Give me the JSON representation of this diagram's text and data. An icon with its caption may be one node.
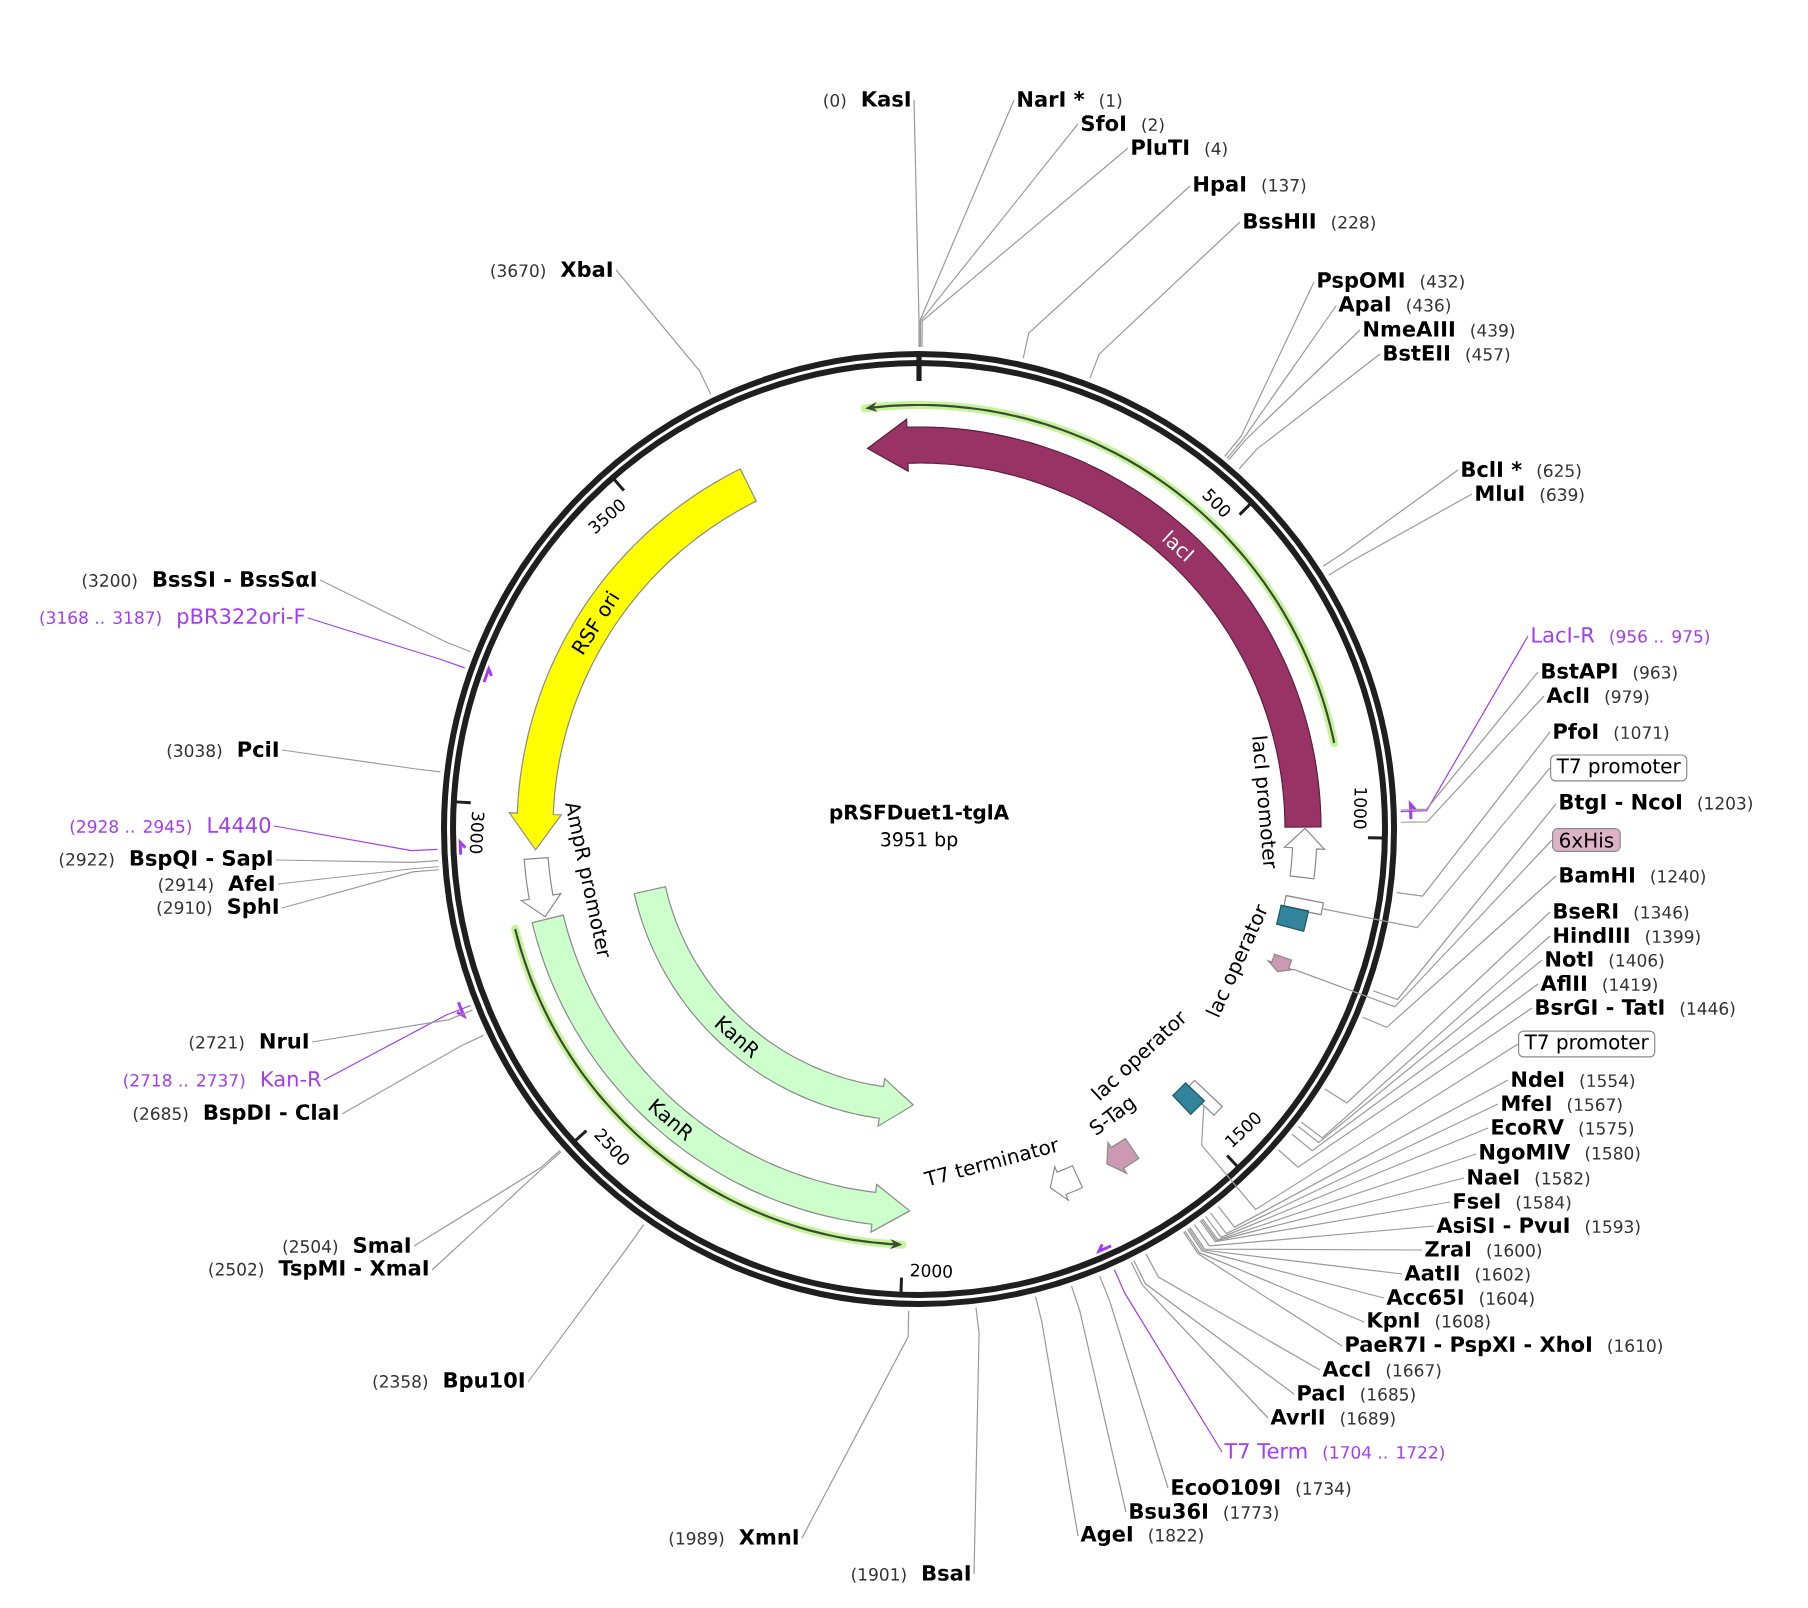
{
  "diagram": {
    "title": "pRSFDuet1-tglA",
    "nodes": [
      {
        "text": [
          "KasI"
        ],
        "beside": [
          "(0)"
        ]
      },
      {
        "text": [
          "NarI *"
        ],
        "beside": [
          "(1)"
        ]
      },
      {
        "text": [
          "SfoI"
        ],
        "beside": [
          "(2)"
        ]
      },
      {
        "text": [
          "PluTI"
        ],
        "beside": [
          "(4)"
        ]
      },
      {
        "text": [
          "HpaI"
        ],
        "beside": [
          "(137)"
        ]
      },
      {
        "text": [
          "BssHII"
        ],
        "beside": [
          "(228)"
        ]
      },
      {
        "text": [
          "PspOMI"
        ],
        "beside": [
          "(432)"
        ]
      },
      {
        "text": [
          "ApaI"
        ],
        "beside": [
          "(436)"
        ]
      },
      {
        "text": [
          "NmeAIII"
        ],
        "beside": [
          "(439)"
        ]
      },
      {
        "text": [
          "BstEII"
        ],
        "beside": [
          "(457)"
        ]
      },
      {
        "text": [
          "BclI *"
        ],
        "beside": [
          "(625)"
        ]
      },
      {
        "text": [
          "MluI"
        ],
        "beside": [
          "(639)"
        ]
      },
      {
        "text": [
          "LacI-R"
        ],
        "beside": [
          "(956 .. 975)"
        ]
      },
      {
        "text": [
          "BstAPI"
        ],
        "beside": [
          "(963)"
        ]
      },
      {
        "text": [
          "AclI"
        ],
        "beside": [
          "(979)"
        ]
      },
      {
        "text": [
          "PfoI"
        ],
        "beside": [
          "(1071)"
        ]
      },
      {
        "text": [
          "T7 promoter"
        ]
      },
      {
        "text": [
          "BtgI - NcoI"
        ],
        "beside": [
          "(1203)"
        ]
      },
      {
        "text": [
          "6xHis"
        ]
      },
      {
        "text": [
          "BamHI"
        ],
        "beside": [
          "(1240)"
        ]
      },
      {
        "text": [
          "BseRI"
        ],
        "beside": [
          "(1346)"
        ]
      },
      {
        "text": [
          "HindIII"
        ],
        "beside": [
          "(1399)"
        ]
      },
      {
        "text": [
          "NotI"
        ],
        "beside": [
          "(1406)"
        ]
      },
      {
        "text": [
          "AflII"
        ],
        "beside": [
          "(1419)"
        ]
      },
      {
        "text": [
          "BsrGI - TatI"
        ],
        "beside": [
          "(1446)"
        ]
      },
      {
        "text": [
          "T7 promoter"
        ]
      },
      {
        "text": [
          "NdeI"
        ],
        "beside": [
          "(1554)"
        ]
      },
      {
        "text": [
          "MfeI"
        ],
        "beside": [
          "(1567)"
        ]
      },
      {
        "text": [
          "EcoRV"
        ],
        "beside": [
          "(1575)"
        ]
      },
      {
        "text": [
          "NgoMIV"
        ],
        "beside": [
          "(1580)"
        ]
      },
      {
        "text": [
          "NaeI"
        ],
        "beside": [
          "(1582)"
        ]
      },
      {
        "text": [
          "FseI"
        ],
        "beside": [
          "(1584)"
        ]
      },
      {
        "text": [
          "AsiSI - PvuI"
        ],
        "beside": [
          "(1593)"
        ]
      },
      {
        "text": [
          "ZraI"
        ],
        "beside": [
          "(1600)"
        ]
      },
      {
        "text": [
          "AatII"
        ],
        "beside": [
          "(1602)"
        ]
      },
      {
        "text": [
          "Acc65I"
        ],
        "beside": [
          "(1604)"
        ]
      },
      {
        "text": [
          "KpnI"
        ],
        "beside": [
          "(1608)"
        ]
      },
      {
        "text": [
          "PaeR7I - PspXI - XhoI"
        ],
        "beside": [
          "(1610)"
        ]
      },
      {
        "text": [
          "AccI"
        ],
        "beside": [
          "(1667)"
        ]
      },
      {
        "text": [
          "PacI"
        ],
        "beside": [
          "(1685)"
        ]
      },
      {
        "text": [
          "AvrII"
        ],
        "beside": [
          "(1689)"
        ]
      },
      {
        "text": [
          "T7 Term"
        ],
        "beside": [
          "(1704 .. 1722)"
        ]
      },
      {
        "text": [
          "EcoO109I"
        ],
        "beside": [
          "(1734)"
        ]
      },
      {
        "text": [
          "Bsu36I"
        ],
        "beside": [
          "(1773)"
        ]
      },
      {
        "text": [
          "AgeI"
        ],
        "beside": [
          "(1822)"
        ]
      },
      {
        "text": [
          "BsaI"
        ],
        "beside": [
          "(1901)"
        ]
      },
      {
        "text": [
          "XmnI"
        ],
        "beside": [
          "(1989)"
        ]
      },
      {
        "text": [
          "Bpu10I"
        ],
        "beside": [
          "(2358)"
        ]
      },
      {
        "text": [
          "TspMI - XmaI"
        ],
        "beside": [
          "(2502)"
        ]
      },
      {
        "text": [
          "SmaI"
        ],
        "beside": [
          "(2504)"
        ]
      },
      {
        "text": [
          "BspDI - ClaI"
        ],
        "beside": [
          "(2685)"
        ]
      },
      {
        "text": [
          "Kan-R"
        ],
        "beside": [
          "(2718 .. 2737)"
        ]
      },
      {
        "text": [
          "NruI"
        ],
        "beside": [
          "(2721)"
        ]
      },
      {
        "text": [
          "SphI"
        ],
        "beside": [
          "(2910)"
        ]
      },
      {
        "text": [
          "AfeI"
        ],
        "beside": [
          "(2914)"
        ]
      },
      {
        "text": [
          "BspQI - SapI"
        ],
        "beside": [
          "(2922)"
        ]
      },
      {
        "text": [
          "L4440"
        ],
        "beside": [
          "(2928 .. 2945)"
        ]
      },
      {
        "text": [
          "PciI"
        ],
        "beside": [
          "(3038)"
        ]
      },
      {
        "text": [
          "pBR322ori-F"
        ],
        "beside": [
          "(3168 .. 3187)"
        ]
      },
      {
        "text": [
          "BssSI - BssSαI"
        ],
        "beside": [
          "(3200)"
        ]
      },
      {
        "text": [
          "XbaI"
        ],
        "beside": [
          "(3670)"
        ]
      },
      {
        "text": [
          "lacI"
        ]
      },
      {
        "text": [
          "lacI promoter"
        ]
      },
      {
        "text": [],
        "shape": "box"
      },
      {
        "text": [
          "lac operator"
        ]
      },
      {
        "text": [],
        "shape": "arrow"
      },
      {
        "text": [],
        "shape": "box"
      },
      {
        "text": [
          "lac operator"
        ]
      },
      {
        "text": [
          "S-Tag"
        ]
      },
      {
        "text": [
          "T7 terminator"
        ]
      },
      {
        "text": [
          "KanR"
        ]
      },
      {
        "text": [
          "KanR"
        ]
      },
      {
        "text": [
          "AmpR promoter"
        ]
      },
      {
        "text": [
          "RSF ori"
        ]
      }
    ],
    "edges": [
      {
        "from": 0,
        "to": null,
        "arrow": "none"
      },
      {
        "from": 1,
        "to": null,
        "arrow": "none"
      },
      {
        "from": 2,
        "to": null,
        "arrow": "none"
      },
      {
        "from": 3,
        "to": null,
        "arrow": "none"
      },
      {
        "from": 4,
        "to": null,
        "arrow": "none"
      },
      {
        "from": 5,
        "to": null,
        "arrow": "none"
      },
      {
        "from": 6,
        "to": null,
        "arrow": "none"
      },
      {
        "from": 7,
        "to": null,
        "arrow": "none"
      },
      {
        "from": 8,
        "to": null,
        "arrow": "none"
      },
      {
        "from": 9,
        "to": null,
        "arrow": "none"
      },
      {
        "from": 10,
        "to": null,
        "arrow": "none"
      },
      {
        "from": 11,
        "to": null,
        "arrow": "none"
      },
      {
        "from": 12,
        "to": null,
        "arrow": "none",
        "color": "#a33cf5"
      },
      {
        "from": 13,
        "to": null,
        "arrow": "none"
      },
      {
        "from": 14,
        "to": null,
        "arrow": "none"
      },
      {
        "from": 15,
        "to": null,
        "arrow": "none"
      },
      {
        "from": 16,
        "to": 63,
        "arrow": "none"
      },
      {
        "from": 17,
        "to": null,
        "arrow": "none"
      },
      {
        "from": 18,
        "to": 65,
        "arrow": "none"
      },
      {
        "from": 19,
        "to": null,
        "arrow": "none"
      },
      {
        "from": 20,
        "to": null,
        "arrow": "none"
      },
      {
        "from": 21,
        "to": null,
        "arrow": "none"
      },
      {
        "from": 22,
        "to": null,
        "arrow": "none"
      },
      {
        "from": 23,
        "to": null,
        "arrow": "none"
      },
      {
        "from": 24,
        "to": null,
        "arrow": "none"
      },
      {
        "from": 25,
        "to": 66,
        "arrow": "none"
      },
      {
        "from": 26,
        "to": null,
        "arrow": "none"
      },
      {
        "from": 27,
        "to": null,
        "arrow": "none"
      },
      {
        "from": 28,
        "to": null,
        "arrow": "none"
      },
      {
        "from": 29,
        "to": null,
        "arrow": "none"
      },
      {
        "from": 30,
        "to": null,
        "arrow": "none"
      },
      {
        "from": 31,
        "to": null,
        "arrow": "none"
      },
      {
        "from": 32,
        "to": null,
        "arrow": "none"
      },
      {
        "from": 33,
        "to": null,
        "arrow": "none"
      },
      {
        "from": 34,
        "to": null,
        "arrow": "none"
      },
      {
        "from": 35,
        "to": null,
        "arrow": "none"
      },
      {
        "from": 36,
        "to": null,
        "arrow": "none"
      },
      {
        "from": 37,
        "to": null,
        "arrow": "none"
      },
      {
        "from": 38,
        "to": null,
        "arrow": "none"
      },
      {
        "from": 39,
        "to": null,
        "arrow": "none"
      },
      {
        "from": 40,
        "to": null,
        "arrow": "none"
      },
      {
        "from": 41,
        "to": null,
        "arrow": "none",
        "color": "#a33cf5"
      },
      {
        "from": 42,
        "to": null,
        "arrow": "none"
      },
      {
        "from": 43,
        "to": null,
        "arrow": "none"
      },
      {
        "from": 44,
        "to": null,
        "arrow": "none"
      },
      {
        "from": 45,
        "to": null,
        "arrow": "none"
      },
      {
        "from": 46,
        "to": null,
        "arrow": "none"
      },
      {
        "from": 47,
        "to": null,
        "arrow": "none"
      },
      {
        "from": 48,
        "to": null,
        "arrow": "none"
      },
      {
        "from": 49,
        "to": null,
        "arrow": "none"
      },
      {
        "from": 50,
        "to": null,
        "arrow": "none"
      },
      {
        "from": 51,
        "to": null,
        "arrow": "none",
        "color": "#a33cf5"
      },
      {
        "from": 52,
        "to": null,
        "arrow": "none"
      },
      {
        "from": 53,
        "to": null,
        "arrow": "none"
      },
      {
        "from": 54,
        "to": null,
        "arrow": "none"
      },
      {
        "from": 55,
        "to": null,
        "arrow": "none"
      },
      {
        "from": 56,
        "to": null,
        "arrow": "none",
        "color": "#a33cf5"
      },
      {
        "from": 57,
        "to": null,
        "arrow": "none"
      },
      {
        "from": 58,
        "to": null,
        "arrow": "none",
        "color": "#a33cf5"
      },
      {
        "from": 59,
        "to": null,
        "arrow": "none"
      },
      {
        "from": 60,
        "to": null,
        "arrow": "none"
      }
    ],
    "labels": [
      "3951 bp",
      "500",
      "1000",
      "1500",
      "2000",
      "2500",
      "3000",
      "3500"
    ]
  }
}
